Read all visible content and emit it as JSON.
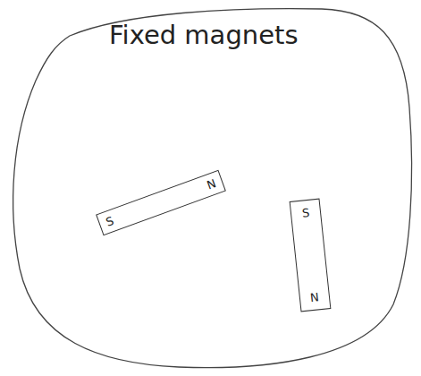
{
  "diagram": {
    "title": "Fixed magnets",
    "nodes": [
      {
        "text": [
          "S",
          "N"
        ]
      },
      {
        "text": [
          "S",
          "N"
        ]
      }
    ]
  }
}
